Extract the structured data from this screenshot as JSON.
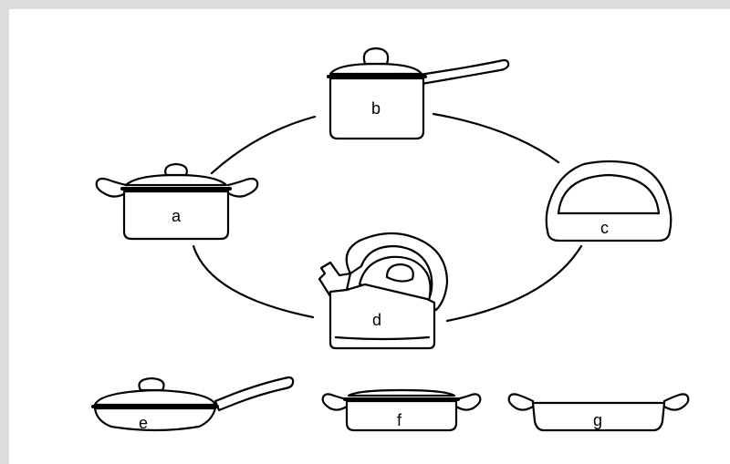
{
  "labels": {
    "a": "a",
    "b": "b",
    "c": "c",
    "d": "d",
    "e": "e",
    "f": "f",
    "g": "g"
  },
  "colors": {
    "frame": "#dcdcdc",
    "background": "#ffffff",
    "ink": "#000000"
  }
}
